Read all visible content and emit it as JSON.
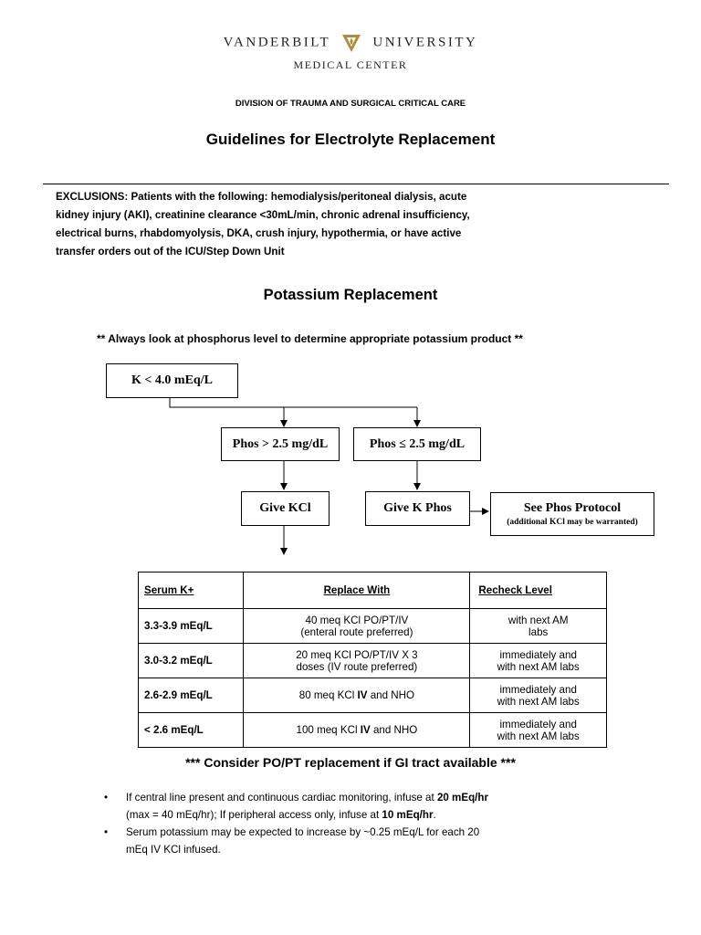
{
  "header": {
    "logo_left": "VANDERBILT",
    "logo_right": "UNIVERSITY",
    "logo_sub": "MEDICAL CENTER",
    "division": "DIVISION OF TRAUMA AND SURGICAL CRITICAL CARE",
    "title": "Guidelines for Electrolyte Replacement"
  },
  "exclusions": {
    "lines": [
      "EXCLUSIONS: Patients with the following: hemodialysis/peritoneal dialysis, acute",
      "kidney injury (AKI), creatinine clearance <30mL/min, chronic adrenal insufficiency,",
      "electrical burns, rhabdomyolysis, DKA, crush injury, hypothermia, or have active",
      "transfer orders out of the ICU/Step Down Unit"
    ]
  },
  "potassium": {
    "section_title": "Potassium Replacement",
    "note": "** Always look at phosphorus level to determine appropriate potassium product **",
    "flow": {
      "start": "K < 4.0 mEq/L",
      "phos_high": "Phos > 2.5 mg/dL",
      "phos_low": "Phos ≤ 2.5 mg/dL",
      "give_kcl": "Give KCl",
      "give_kphos": "Give K Phos",
      "see_phos": "See Phos Protocol",
      "see_phos_sub": "(additional KCl may be warranted)"
    },
    "table": {
      "headers": [
        "Serum K+",
        "Replace With",
        "Recheck Level"
      ],
      "rows": [
        {
          "serum": "3.3-3.9 mEq/L",
          "replace_lines": [
            "40 meq KCl PO/PT/IV",
            "(enteral route preferred)"
          ],
          "recheck_lines": [
            "with next AM",
            "labs"
          ]
        },
        {
          "serum": "3.0-3.2 mEq/L",
          "replace_lines": [
            "20 meq KCl PO/PT/IV X 3",
            "doses (IV route preferred)"
          ],
          "recheck_lines": [
            "immediately and",
            "with next AM labs"
          ]
        },
        {
          "serum": "2.6-2.9 mEq/L",
          "replace_pre": "80 meq KCl ",
          "replace_bold": "IV",
          "replace_post": " and NHO",
          "recheck_lines": [
            "immediately and",
            "with next AM labs"
          ]
        },
        {
          "serum": "< 2.6 mEq/L",
          "replace_pre": "100 meq KCl ",
          "replace_bold": "IV",
          "replace_post": " and NHO",
          "recheck_lines": [
            "immediately and",
            "with next AM labs"
          ]
        }
      ]
    },
    "consider": "*** Consider PO/PT replacement if GI tract available ***",
    "bullets": {
      "b1_a": "If central line present and continuous cardiac monitoring, infuse at ",
      "b1_bold1": "20 mEq/hr",
      "b1_b": "(max = 40 mEq/hr); If peripheral access only, infuse at ",
      "b1_bold2": "10 mEq/hr",
      "b1_c": ".",
      "b2_a": "Serum potassium may be expected to increase by ~0.25 mEq/L for each 20",
      "b2_b": "mEq IV KCl infused."
    }
  }
}
